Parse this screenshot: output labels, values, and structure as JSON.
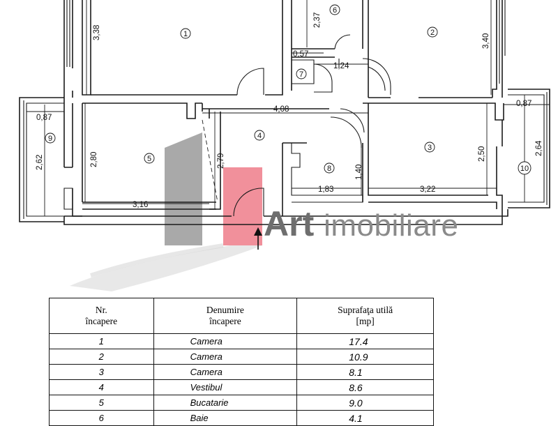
{
  "plan": {
    "room_numbers": [
      "1",
      "2",
      "3",
      "4",
      "5",
      "6",
      "7",
      "8",
      "9",
      "10"
    ],
    "dimensions": [
      "3,38",
      "2,37",
      "0,57",
      "1,24",
      "3,40",
      "0,87",
      "4,08",
      "0,87",
      "2,62",
      "2,80",
      "2,79",
      "1,40",
      "2,50",
      "2,64",
      "1,83",
      "3,22",
      "3,16"
    ]
  },
  "logo": {
    "brand": "Art",
    "suffix": "imobiliare",
    "colors": {
      "gray": "#7d7d7d",
      "pink": "#f08a96"
    }
  },
  "table": {
    "headers": {
      "nr": "Nr.",
      "nr2": "încapere",
      "name": "Denumire",
      "name2": "încapere",
      "area": "Suprafaţa utilă",
      "area2": "[mp]"
    },
    "rows": [
      {
        "nr": "1",
        "name": "Camera",
        "area": "17.4"
      },
      {
        "nr": "2",
        "name": "Camera",
        "area": "10.9"
      },
      {
        "nr": "3",
        "name": "Camera",
        "area": "8.1"
      },
      {
        "nr": "4",
        "name": "Vestibul",
        "area": "8.6"
      },
      {
        "nr": "5",
        "name": "Bucatarie",
        "area": "9.0"
      },
      {
        "nr": "6",
        "name": "Baie",
        "area": "4.1"
      }
    ]
  }
}
